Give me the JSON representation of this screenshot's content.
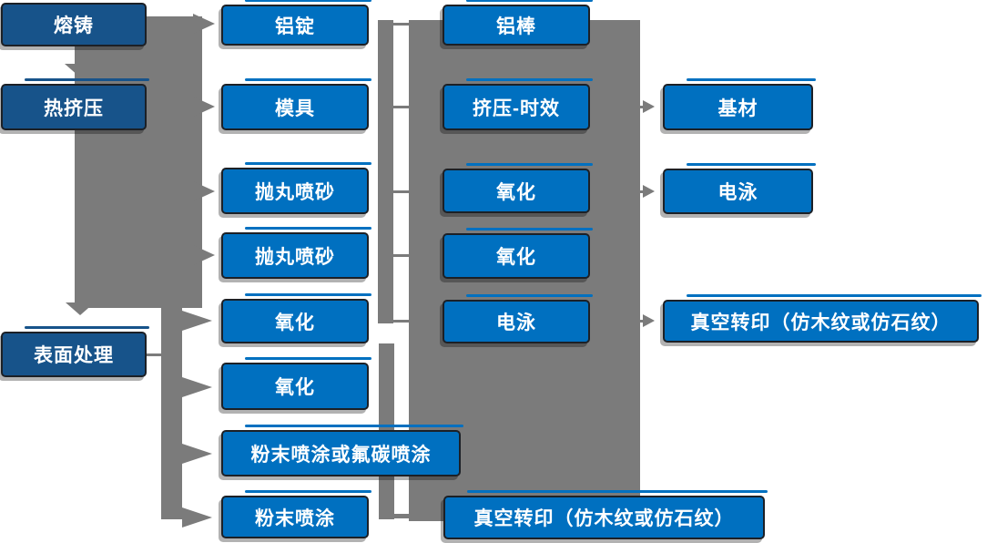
{
  "diagram_type": "process-flowchart",
  "colors": {
    "node_blue": "#0070c0",
    "node_dark_blue": "#17538a",
    "connector_gray": "#7b7b7b",
    "text": "#ffffff",
    "background": "#ffffff"
  },
  "nodes": [
    {
      "id": "melting-casting",
      "label": "熔铸",
      "variant": "dark"
    },
    {
      "id": "hot-extrusion",
      "label": "热挤压",
      "variant": "dark"
    },
    {
      "id": "surface-treatment",
      "label": "表面处理",
      "variant": "dark"
    },
    {
      "id": "aluminum-ingot",
      "label": "铝锭",
      "variant": "light"
    },
    {
      "id": "mold",
      "label": "模具",
      "variant": "light"
    },
    {
      "id": "shot-blasting-1",
      "label": "抛丸喷砂",
      "variant": "light"
    },
    {
      "id": "shot-blasting-2",
      "label": "抛丸喷砂",
      "variant": "light"
    },
    {
      "id": "oxidation-c2-1",
      "label": "氧化",
      "variant": "light"
    },
    {
      "id": "oxidation-c2-2",
      "label": "氧化",
      "variant": "light"
    },
    {
      "id": "powder-or-fluorocarbon",
      "label": "粉末喷涂或氟碳喷涂",
      "variant": "light"
    },
    {
      "id": "powder-coating",
      "label": "粉末喷涂",
      "variant": "light"
    },
    {
      "id": "aluminum-rod",
      "label": "铝棒",
      "variant": "light"
    },
    {
      "id": "extrusion-aging",
      "label": "挤压-时效",
      "variant": "light"
    },
    {
      "id": "oxidation-c3-1",
      "label": "氧化",
      "variant": "light"
    },
    {
      "id": "oxidation-c3-2",
      "label": "氧化",
      "variant": "light"
    },
    {
      "id": "electrophoresis-c3",
      "label": "电泳",
      "variant": "light"
    },
    {
      "id": "vacuum-transfer-bottom",
      "label": "真空转印（仿木纹或仿石纹）",
      "variant": "light"
    },
    {
      "id": "base-material",
      "label": "基材",
      "variant": "light"
    },
    {
      "id": "electrophoresis-c4",
      "label": "电泳",
      "variant": "light"
    },
    {
      "id": "vacuum-transfer-right",
      "label": "真空转印（仿木纹或仿石纹）",
      "variant": "light"
    }
  ],
  "edges": [
    "熔铸→铝锭",
    "熔铸→热挤压",
    "热挤压→模具",
    "热挤压→抛丸喷砂",
    "热挤压→抛丸喷砂",
    "热挤压→表面处理",
    "表面处理→氧化",
    "表面处理→氧化",
    "表面处理→粉末喷涂或氟碳喷涂",
    "表面处理→粉末喷涂",
    "挤压-时效→基材",
    "氧化→电泳",
    "电泳→真空转印（仿木纹或仿石纹）",
    "粉末喷涂→真空转印（仿木纹或仿石纹）"
  ]
}
